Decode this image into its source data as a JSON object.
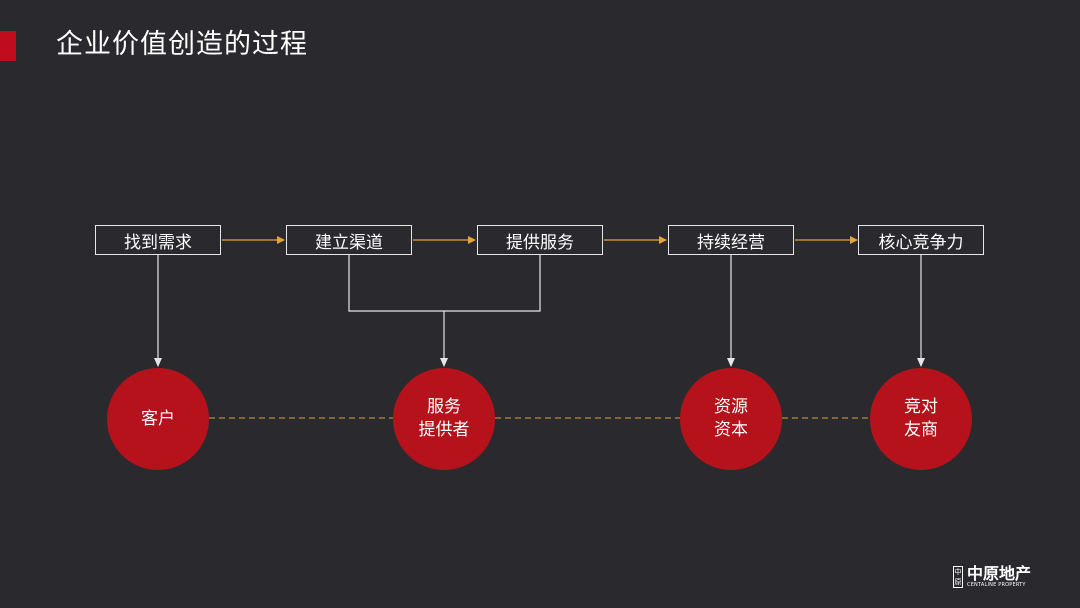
{
  "title": "企业价值创造的过程",
  "steps": [
    {
      "label": "找到需求"
    },
    {
      "label": "建立渠道"
    },
    {
      "label": "提供服务"
    },
    {
      "label": "持续经营"
    },
    {
      "label": "核心竞争力"
    }
  ],
  "roles": [
    {
      "line1": "客户",
      "line2": ""
    },
    {
      "line1": "服务",
      "line2": "提供者"
    },
    {
      "line1": "资源",
      "line2": "资本"
    },
    {
      "line1": "竞对",
      "line2": "友商"
    }
  ],
  "logo": {
    "mark": "中原",
    "name_cn": "中原地产",
    "name_en": "CENTALINE PROPERTY"
  },
  "colors": {
    "background": "#2a2a2e",
    "accent": "#c00d1e",
    "circle": "#b5121b",
    "arrow_orange": "#e8a23a",
    "line": "#e6e6e6",
    "dashed": "#b58a3a"
  }
}
